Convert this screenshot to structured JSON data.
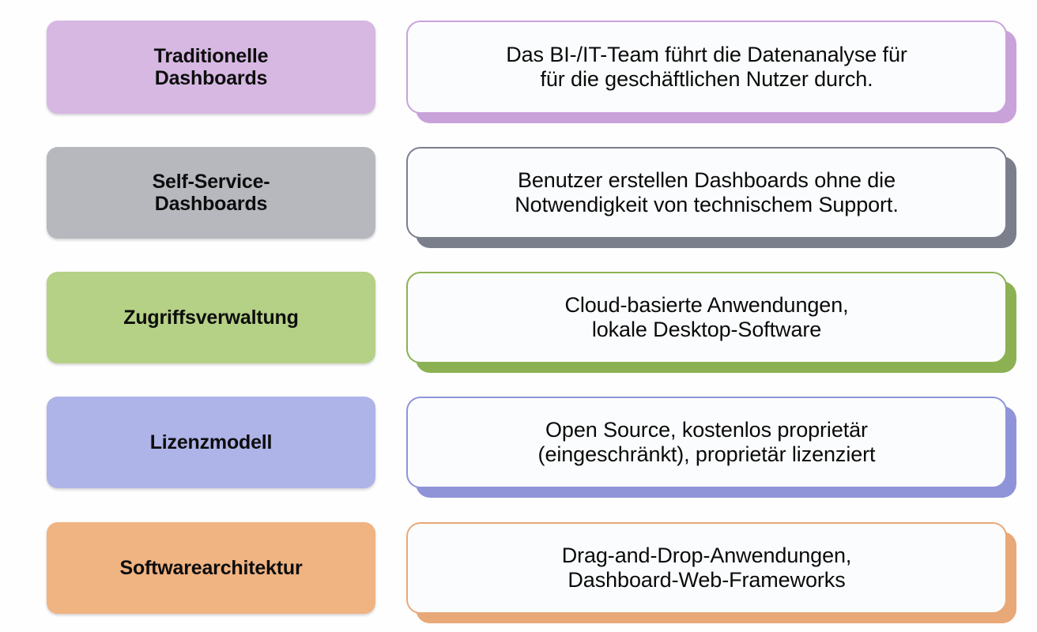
{
  "diagram": {
    "type": "two-column-comparison-list",
    "background_color": "#fefeff",
    "rows": [
      {
        "label": "Traditionelle\nDashboards",
        "label_line1": "Traditionelle",
        "label_line2": "Dashboards",
        "description_line1": "Das BI-/IT-Team führt die Datenanalyse für",
        "description_line2": "für die geschäftlichen Nutzer durch.",
        "accent_color": "#c9a2da",
        "label_fill": "#d6b8e2",
        "card_fill": "#fbfcfd"
      },
      {
        "label": "Self-Service-\nDashboards",
        "label_line1": "Self-Service-",
        "label_line2": "Dashboards",
        "description_line1": "Benutzer erstellen Dashboards ohne die",
        "description_line2": "Notwendigkeit von technischem Support.",
        "accent_color": "#7b7f8c",
        "label_fill": "#b6b8be",
        "card_fill": "#fbfcfd"
      },
      {
        "label": "Zugriffsverwaltung",
        "label_line1": "Zugriffsverwaltung",
        "label_line2": "",
        "description_line1": "Cloud-basierte Anwendungen,",
        "description_line2": "lokale Desktop-Software",
        "accent_color": "#8cb153",
        "label_fill": "#b5d186",
        "card_fill": "#fbfcfd"
      },
      {
        "label": "Lizenzmodell",
        "label_line1": "Lizenzmodell",
        "label_line2": "",
        "description_line1": "Open Source, kostenlos proprietär",
        "description_line2": "(eingeschränkt), proprietär lizenziert",
        "accent_color": "#8f94d8",
        "label_fill": "#aeb3e8",
        "card_fill": "#fbfcfd"
      },
      {
        "label": "Softwarearchitektur",
        "label_line1": "Softwarearchitektur",
        "label_line2": "",
        "description_line1": "Drag-and-Drop-Anwendungen,",
        "description_line2": "Dashboard-Web-Frameworks",
        "accent_color": "#e8a878",
        "label_fill": "#f0b382",
        "card_fill": "#fbfcfd"
      }
    ]
  }
}
